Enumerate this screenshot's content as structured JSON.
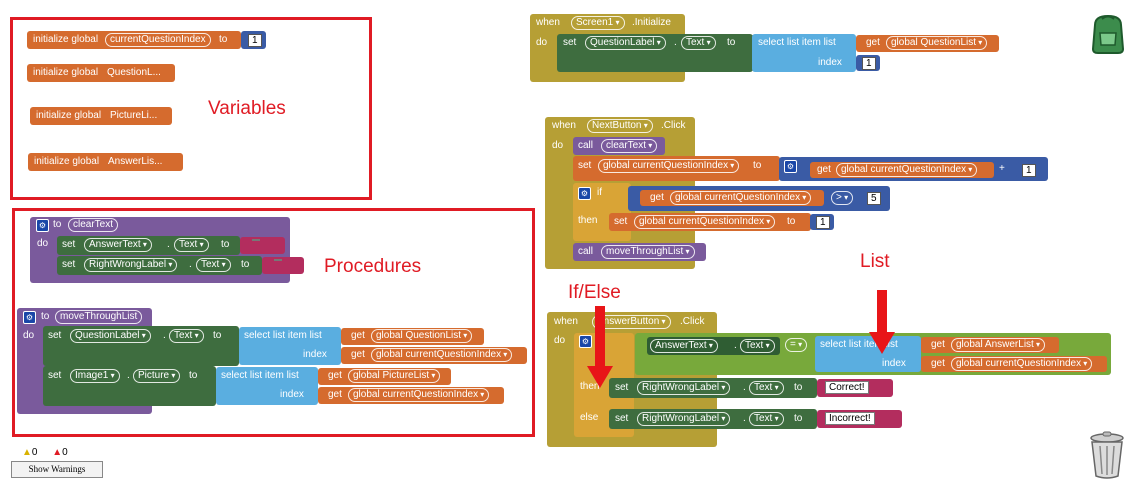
{
  "variables": [
    {
      "prefix": "initialize global",
      "name": "currentQuestionIndex",
      "to": "to",
      "value": "1"
    },
    {
      "prefix": "initialize global",
      "name": "QuestionL..."
    },
    {
      "prefix": "initialize global",
      "name": "PictureLi..."
    },
    {
      "prefix": "initialize global",
      "name": "AnswerLis..."
    }
  ],
  "annotations": {
    "variables": "Variables",
    "procedures": "Procedures",
    "list": "List",
    "ifelse": "If/Else"
  },
  "screen_init": {
    "when": "when",
    "component": "Screen1",
    "event": ".Initialize",
    "do": "do",
    "set": "set",
    "target": "QuestionLabel",
    "prop": "Text",
    "to": "to",
    "select": "select list item  list",
    "get": "get",
    "list": "global QuestionList",
    "index": "index",
    "index_value": "1"
  },
  "next_click": {
    "when": "when",
    "component": "NextButton",
    "event": ".Click",
    "do": "do",
    "call": "call",
    "proc1": "clearText",
    "set": "set",
    "var": "global currentQuestionIndex",
    "to": "to",
    "get": "get",
    "plus": "+",
    "one": "1",
    "if": "if",
    "cmp": ">",
    "five": "5",
    "then": "then",
    "reset_value": "1",
    "proc2": "moveThroughList"
  },
  "proc_clear": {
    "to": "to",
    "name": "clearText",
    "do": "do",
    "set": "set",
    "t1": "AnswerText",
    "t2": "RightWrongLabel",
    "prop": "Text",
    "assign": "to",
    "empty": " "
  },
  "proc_move": {
    "to": "to",
    "name": "moveThroughList",
    "do": "do",
    "set": "set",
    "t1": "QuestionLabel",
    "p1": "Text",
    "t2": "Image1",
    "p2": "Picture",
    "assign": "to",
    "select": "select list item  list",
    "get": "get",
    "l1": "global QuestionList",
    "l2": "global PictureList",
    "idx": "global currentQuestionIndex",
    "index": "index"
  },
  "answer_click": {
    "when": "when",
    "component": "AnswerButton",
    "event": ".Click",
    "do": "do",
    "if": "if",
    "target": "AnswerText",
    "prop": "Text",
    "eq": "=",
    "select": "select list item  list",
    "get": "get",
    "list": "global AnswerList",
    "index": "index",
    "idx": "global currentQuestionIndex",
    "then": "then",
    "else": "else",
    "set": "set",
    "label": "RightWrongLabel",
    "to": "to",
    "correct": " Correct! ",
    "incorrect": " Incorrect! "
  },
  "warnings": {
    "warn_count": "0",
    "error_count": "0",
    "button": "Show Warnings"
  },
  "colors": {
    "annotation_red": "#e01b24",
    "init": "#d56b2e",
    "event": "#b69f35",
    "set": "#3e6d3f",
    "list": "#5aaee0"
  },
  "icons": {
    "backpack": "backpack-icon",
    "trash": "trash-icon"
  }
}
